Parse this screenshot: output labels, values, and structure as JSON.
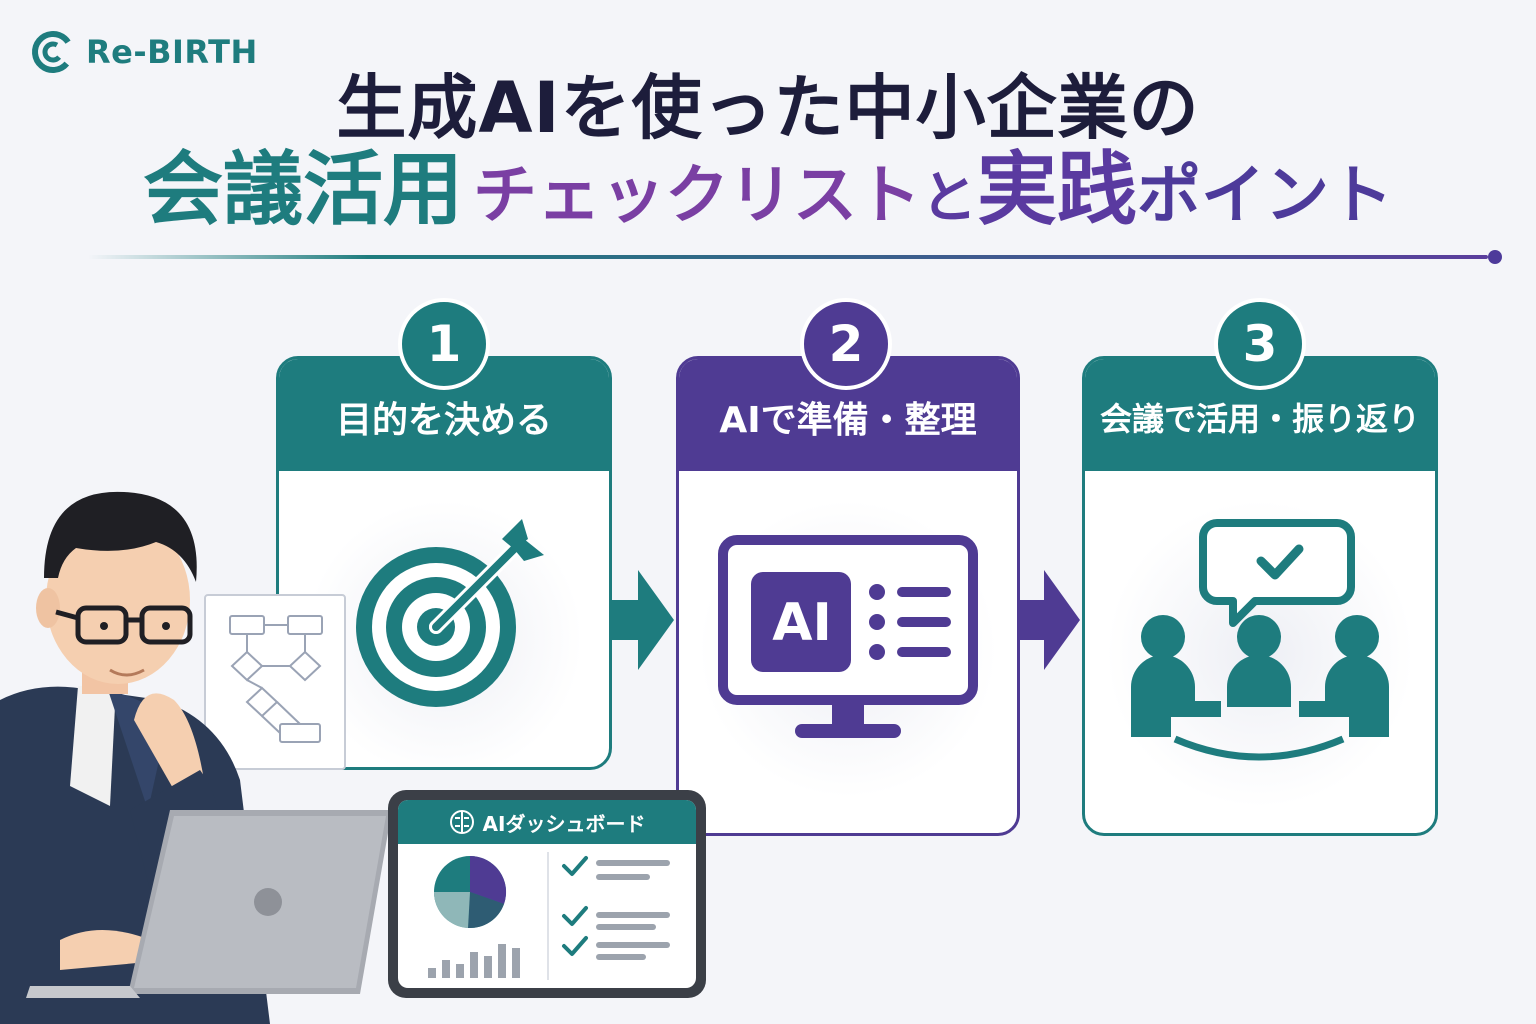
{
  "brand": {
    "name": "Re-BIRTH"
  },
  "title": {
    "line1": "生成AIを使った中小企業の",
    "line2_part1": "会議活用",
    "line2_part2": "チェックリスト",
    "line2_part3": "と",
    "line2_part4": "実践",
    "line2_part5": "ポイント"
  },
  "steps": [
    {
      "number": "1",
      "label": "目的を決める",
      "icon": "target-arrow-icon"
    },
    {
      "number": "2",
      "label": "AIで準備・整理",
      "icon": "ai-monitor-icon"
    },
    {
      "number": "3",
      "label": "会議で活用・振り返り",
      "icon": "meeting-icon"
    }
  ],
  "monitor_badge": "AI",
  "tablet": {
    "title": "AIダッシュボード"
  },
  "colors": {
    "teal": "#1e7c7e",
    "purple": "#4f3b93",
    "navy": "#1d1d3b"
  }
}
